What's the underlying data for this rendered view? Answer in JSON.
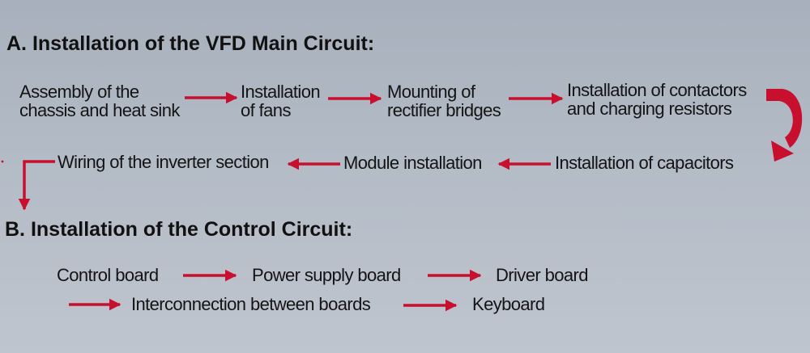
{
  "colors": {
    "arrow": "#c8102e",
    "text": "#141414"
  },
  "section_a": {
    "heading": "A. Installation of the VFD Main Circuit:",
    "steps": [
      {
        "line1": "Assembly of the",
        "line2": "chassis and heat sink"
      },
      {
        "line1": "Installation",
        "line2": "of fans"
      },
      {
        "line1": "Mounting of",
        "line2": "rectifier bridges"
      },
      {
        "line1": "Installation of contactors",
        "line2": "and charging resistors"
      },
      {
        "line1": "Installation of capacitors"
      },
      {
        "line1": "Module installation"
      },
      {
        "line1": "Wiring of the inverter section"
      }
    ]
  },
  "section_b": {
    "heading": "B. Installation of the Control Circuit:",
    "steps": [
      "Control board",
      "Power supply board",
      "Driver board",
      "Interconnection between boards",
      "Keyboard"
    ]
  }
}
